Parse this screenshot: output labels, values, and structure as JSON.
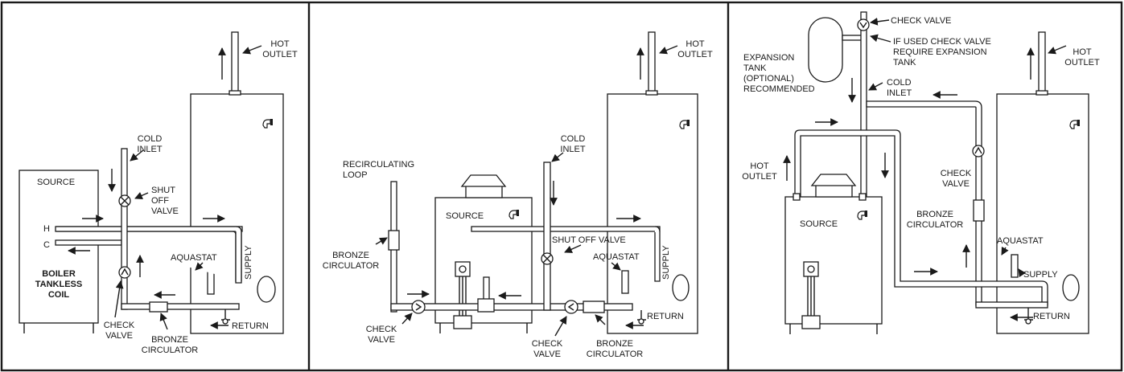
{
  "colors": {
    "ink": "#1a1a1a",
    "paper": "#ffffff"
  },
  "panel1": {
    "hot_outlet": [
      "HOT",
      "OUTLET"
    ],
    "cold_inlet": [
      "COLD",
      "INLET"
    ],
    "source": "SOURCE",
    "shut_off_valve": [
      "SHUT",
      "OFF",
      "VALVE"
    ],
    "h": "H",
    "c": "C",
    "aquastat": "AQUASTAT",
    "supply": "SUPPLY",
    "boiler_tankless_coil": [
      "BOILER",
      "TANKLESS",
      "COIL"
    ],
    "check_valve": [
      "CHECK",
      "VALVE"
    ],
    "return": "RETURN",
    "bronze_circulator": [
      "BRONZE",
      "CIRCULATOR"
    ]
  },
  "panel2": {
    "hot_outlet": [
      "HOT",
      "OUTLET"
    ],
    "cold_inlet": [
      "COLD",
      "INLET"
    ],
    "recirculating_loop": [
      "RECIRCULATING",
      "LOOP"
    ],
    "source": "SOURCE",
    "shut_off_valve": "SHUT OFF VALVE",
    "aquastat": "AQUASTAT",
    "supply": "SUPPLY",
    "bronze_circulator_left": [
      "BRONZE",
      "CIRCULATOR"
    ],
    "check_valve_left": [
      "CHECK",
      "VALVE"
    ],
    "check_valve_right": [
      "CHECK",
      "VALVE"
    ],
    "bronze_circulator_right": [
      "BRONZE",
      "CIRCULATOR"
    ],
    "return": "RETURN"
  },
  "panel3": {
    "check_valve_top": "CHECK VALVE",
    "if_used_check_valve": [
      "IF USED CHECK VALVE",
      "REQUIRE EXPANSION",
      "TANK"
    ],
    "expansion_tank": [
      "EXPANSION",
      "TANK",
      "(OPTIONAL)",
      "RECOMMENDED"
    ],
    "cold_inlet": [
      "COLD",
      "INLET"
    ],
    "hot_outlet_left": [
      "HOT",
      "OUTLET"
    ],
    "hot_outlet_right": [
      "HOT",
      "OUTLET"
    ],
    "check_valve": [
      "CHECK",
      "VALVE"
    ],
    "source": "SOURCE",
    "bronze_circulator": [
      "BRONZE",
      "CIRCULATOR"
    ],
    "aquastat": "AQUASTAT",
    "supply": "SUPPLY",
    "return": "RETURN"
  }
}
